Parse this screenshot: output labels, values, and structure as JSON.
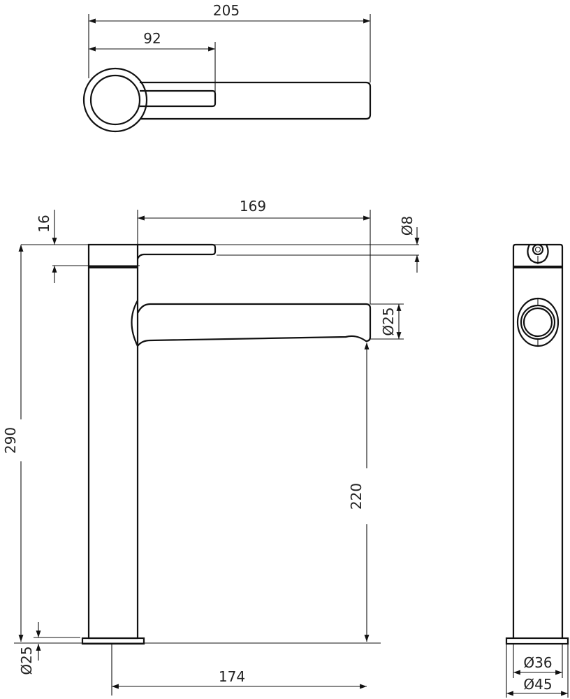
{
  "drawing": {
    "top_view": {
      "overall_length": "205",
      "lever_length": "92"
    },
    "front_view": {
      "spout_reach": "169",
      "cap_height": "16",
      "lever_diameter": "Ø8",
      "spout_diameter": "Ø25",
      "total_height": "290",
      "spout_height": "220",
      "base_height": "Ø25",
      "base_to_spout": "174"
    },
    "side_view": {
      "body_diameter": "Ø36",
      "base_diameter": "Ø45"
    },
    "line_color": "#111111"
  }
}
